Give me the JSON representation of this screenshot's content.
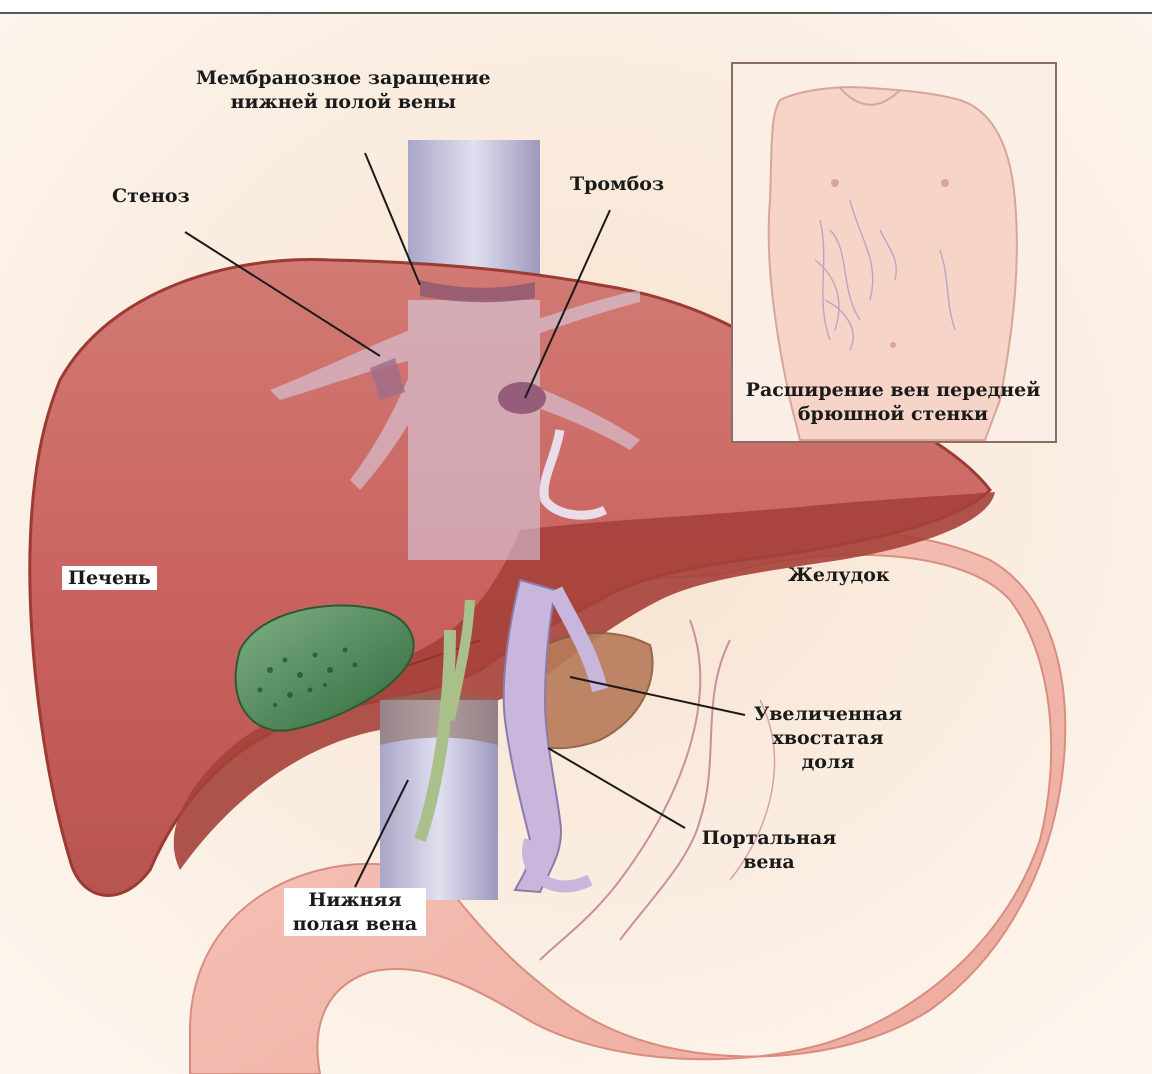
{
  "labels": {
    "membranous_occlusion": [
      "Мембранозное заращение",
      "нижней полой вены"
    ],
    "stenosis": "Стеноз",
    "thrombosis": "Тромбоз",
    "abdominal_veins": [
      "Расширение вен передней",
      "брюшной стенки"
    ],
    "liver": "Печень",
    "stomach": "Желудок",
    "caudate_lobe": [
      "Увеличенная",
      "хвостатая",
      "доля"
    ],
    "portal_vein": [
      "Портальная",
      "вена"
    ],
    "ivc": [
      "Нижняя",
      "полая вена"
    ]
  },
  "colors": {
    "liver": "#c9625f",
    "liver_dark": "#9c3a34",
    "stomach": "#f3b8ae",
    "vena_cava": "#c7c4de",
    "portal_vein": "#c9b6dc",
    "gallbladder": "#3f7b45",
    "bile_duct": "#a9c08a",
    "background": "#fbf1e6"
  }
}
